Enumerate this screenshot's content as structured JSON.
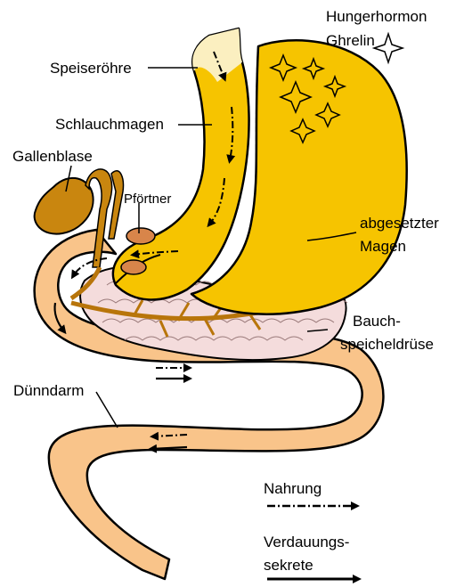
{
  "labels": {
    "hunger_hormone_1": "Hungerhormon",
    "hunger_hormone_2": "Ghrelin",
    "esophagus": "Speiseröhre",
    "sleeve_stomach": "Schlauchmagen",
    "gallbladder": "Gallenblase",
    "pylorus": "Pförtner",
    "detached_stomach_1": "abgesetzter",
    "detached_stomach_2": "Magen",
    "pancreas_1": "Bauch-",
    "pancreas_2": "speicheldrüse",
    "small_intestine": "Dünndarm"
  },
  "legend": {
    "food": "Nahrung",
    "secretions_1": "Verdauungs-",
    "secretions_2": "sekrete"
  },
  "colors": {
    "stomach": "#f6c400",
    "stomach_dark": "#e0a800",
    "esophagus": "#fbefc0",
    "intestine": "#f9c48a",
    "pancreas": "#f4dcdc",
    "gallbladder": "#c9860f",
    "duct": "#b8750a",
    "outline": "#000000"
  }
}
